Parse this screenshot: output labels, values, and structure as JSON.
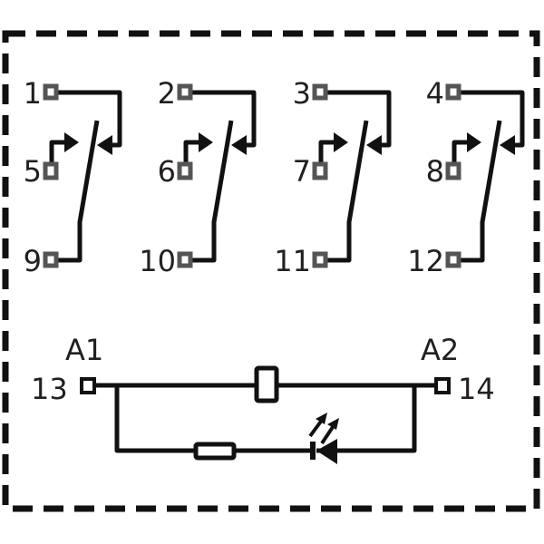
{
  "diagram": {
    "type": "relay-schematic",
    "contacts": [
      {
        "common": "1",
        "nc": "5",
        "no": "9"
      },
      {
        "common": "2",
        "nc": "6",
        "no": "10"
      },
      {
        "common": "3",
        "nc": "7",
        "no": "11"
      },
      {
        "common": "4",
        "nc": "8",
        "no": "12"
      }
    ],
    "coil": {
      "a1_label": "A1",
      "a2_label": "A2",
      "a1_pin": "13",
      "a2_pin": "14"
    }
  }
}
